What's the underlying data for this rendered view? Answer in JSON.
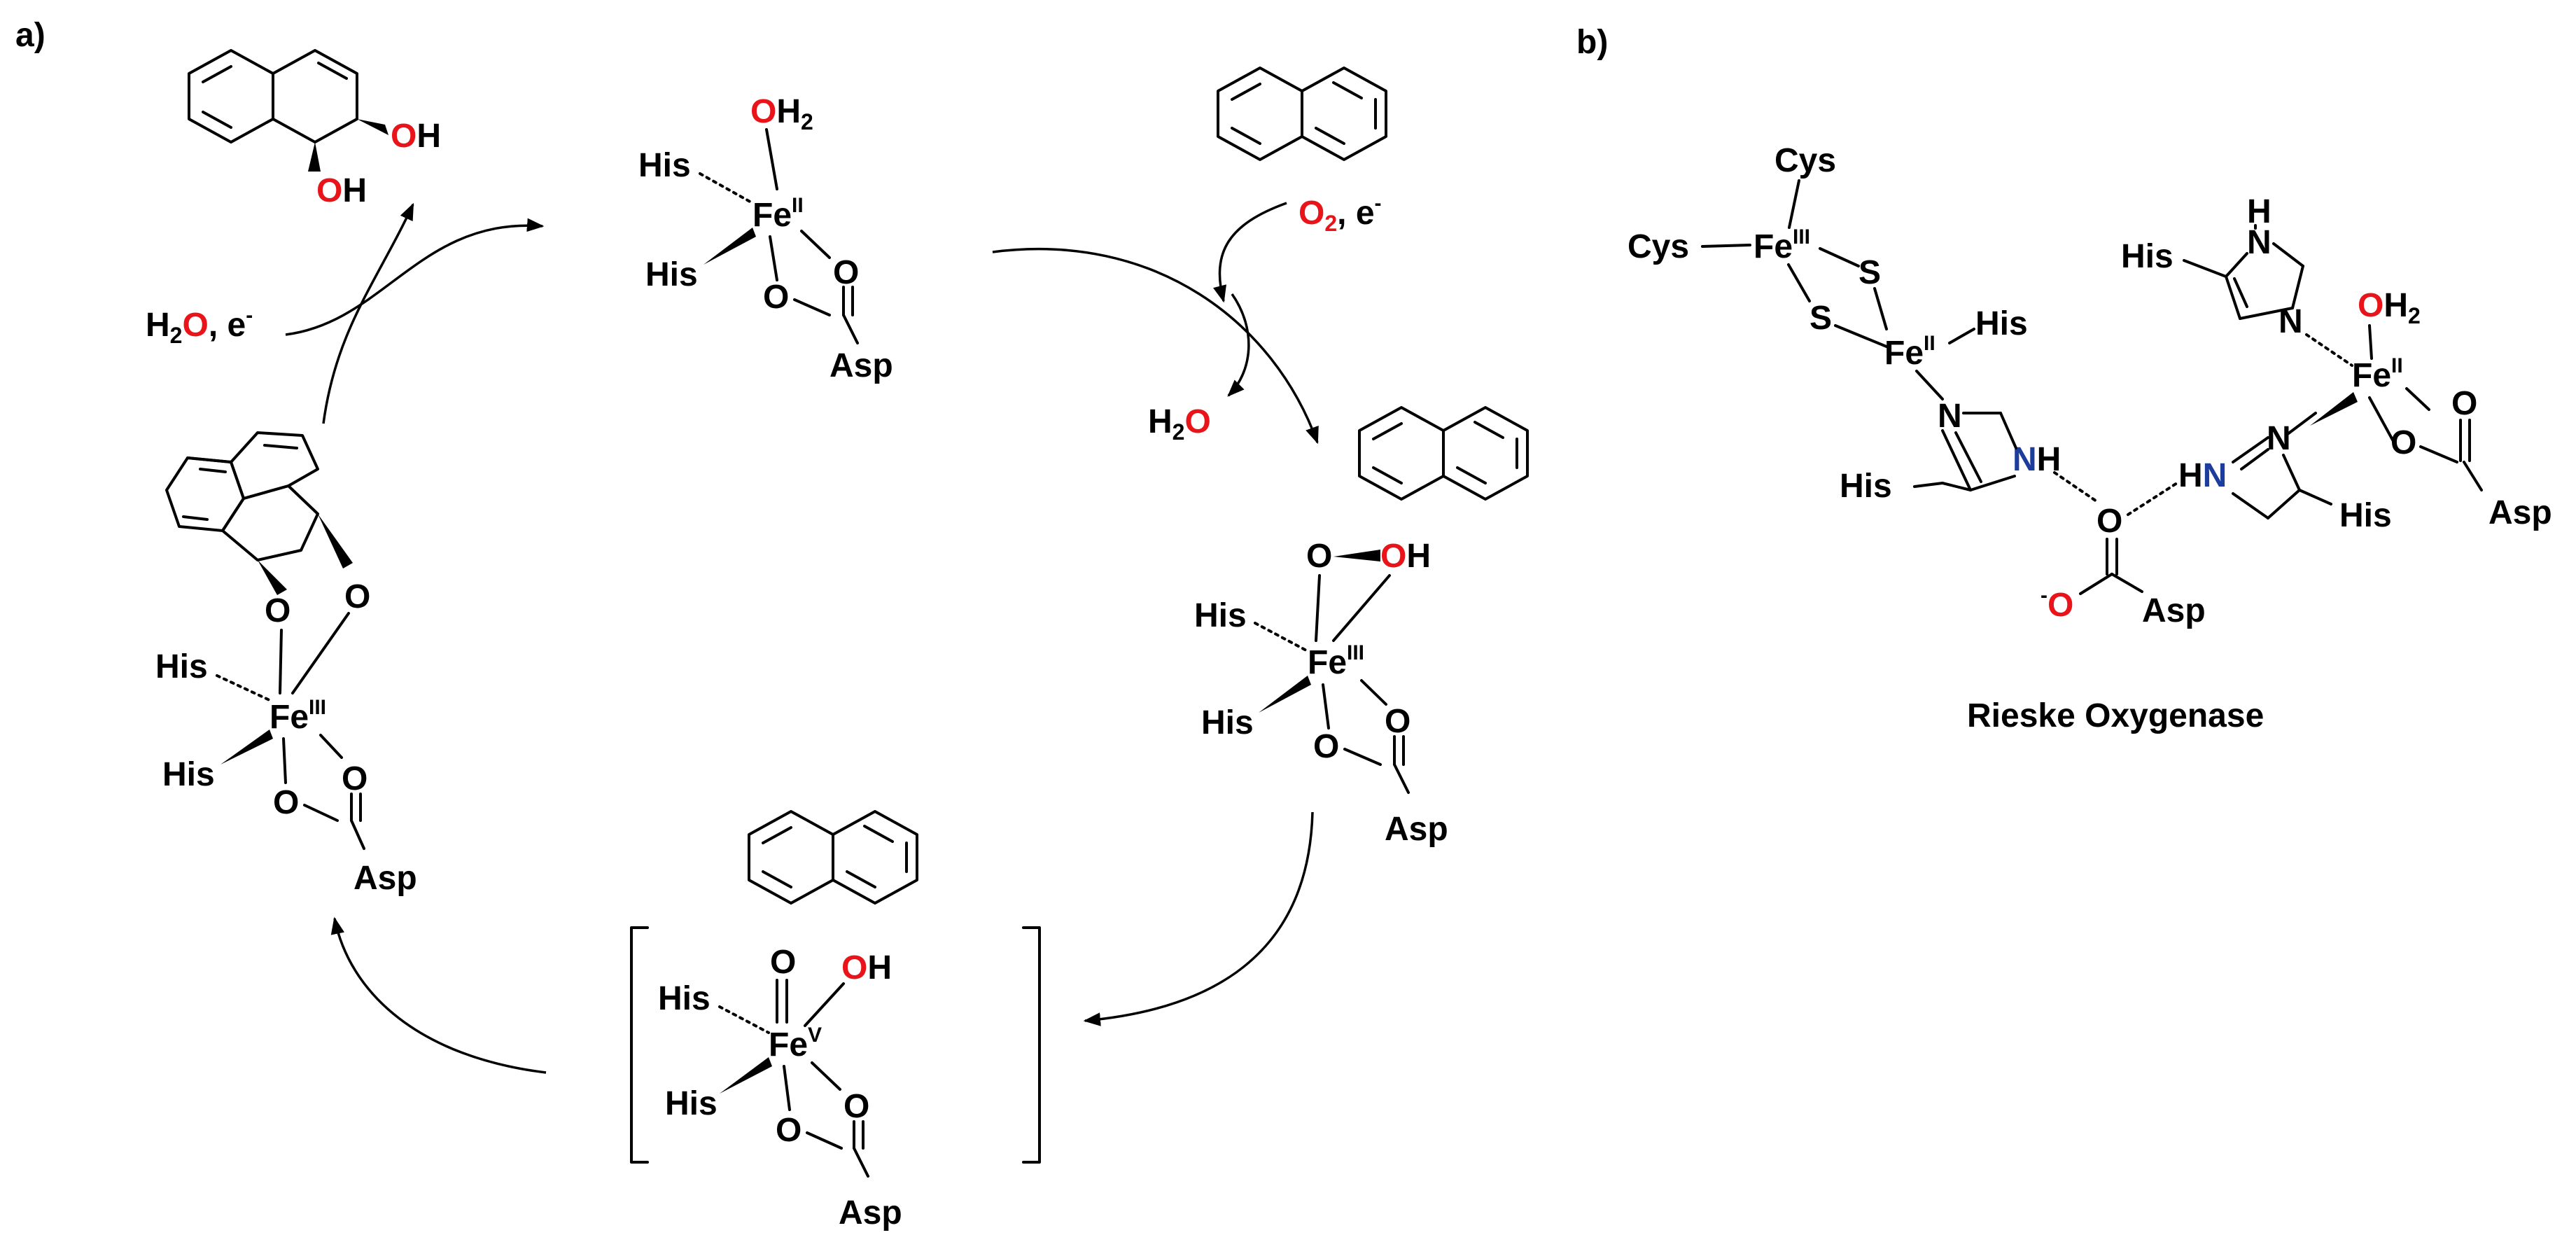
{
  "panels": {
    "a": "a)",
    "b": "b)"
  },
  "colors": {
    "iron": "#1f8a2b",
    "oxygen": "#e8141a",
    "nitrogen": "#1d3d9c",
    "ink": "#000000"
  },
  "labels": {
    "his": "His",
    "asp": "Asp",
    "cys": "Cys",
    "fe": "Fe",
    "o": "O",
    "oh": "OH",
    "h": "H",
    "h2": "H",
    "two": "2",
    "n": "N",
    "nh": "NH",
    "hn": "HN",
    "s": "S",
    "ox_ii": "II",
    "ox_iii": "III",
    "ox_v": "V",
    "e_minus": "e",
    "minus": "-",
    "comma": ", ",
    "comma_e": ", e"
  },
  "caption": "Rieske Oxygenase"
}
